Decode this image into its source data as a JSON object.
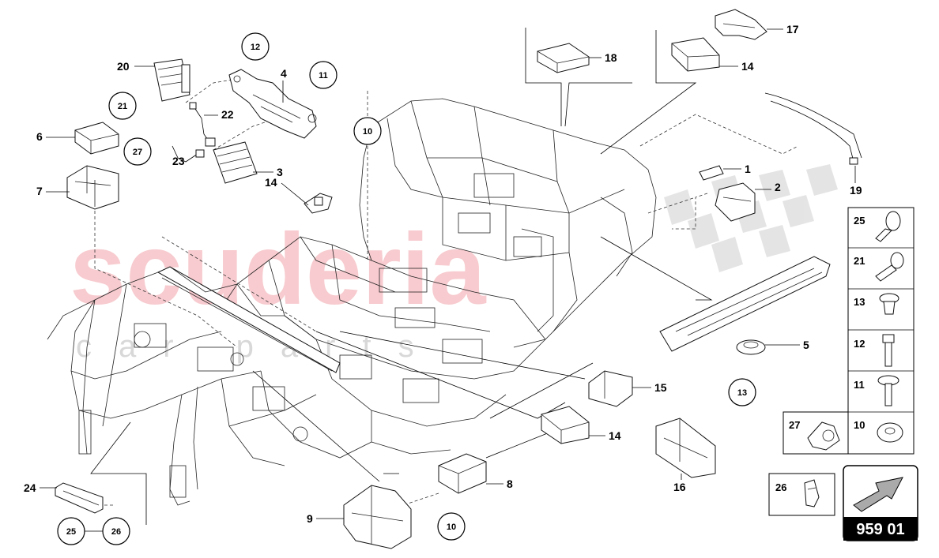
{
  "watermark": {
    "main": "scuderia",
    "sub": "car parts"
  },
  "labels": [
    {
      "id": "l1",
      "text": "1"
    },
    {
      "id": "l2",
      "text": "2"
    },
    {
      "id": "l3",
      "text": "3"
    },
    {
      "id": "l4",
      "text": "4"
    },
    {
      "id": "l5",
      "text": "5"
    },
    {
      "id": "l6",
      "text": "6"
    },
    {
      "id": "l7",
      "text": "7"
    },
    {
      "id": "l8",
      "text": "8"
    },
    {
      "id": "l9",
      "text": "9"
    },
    {
      "id": "l14a",
      "text": "14"
    },
    {
      "id": "l14b",
      "text": "14"
    },
    {
      "id": "l14c",
      "text": "14"
    },
    {
      "id": "l15",
      "text": "15"
    },
    {
      "id": "l16",
      "text": "16"
    },
    {
      "id": "l17",
      "text": "17"
    },
    {
      "id": "l18",
      "text": "18"
    },
    {
      "id": "l19",
      "text": "19"
    },
    {
      "id": "l20",
      "text": "20"
    },
    {
      "id": "l22",
      "text": "22"
    },
    {
      "id": "l23",
      "text": "23"
    },
    {
      "id": "l24",
      "text": "24"
    }
  ],
  "circled": [
    {
      "id": "c12",
      "text": "12"
    },
    {
      "id": "c11",
      "text": "11"
    },
    {
      "id": "c21",
      "text": "21"
    },
    {
      "id": "c27",
      "text": "27"
    },
    {
      "id": "c10a",
      "text": "10"
    },
    {
      "id": "c13",
      "text": "13"
    },
    {
      "id": "c10b",
      "text": "10"
    },
    {
      "id": "c25",
      "text": "25"
    },
    {
      "id": "c26",
      "text": "26"
    }
  ],
  "fastener_table": [
    {
      "num": "25"
    },
    {
      "num": "21"
    },
    {
      "num": "13"
    },
    {
      "num": "12"
    },
    {
      "num": "11"
    },
    {
      "num": "27"
    },
    {
      "num": "10"
    }
  ],
  "clip_box": {
    "num": "26"
  },
  "reference_box": {
    "code": "959 01"
  },
  "colors": {
    "watermark_red": "#f2a2a8",
    "ink": "#000000",
    "ref_box_bg": "#000000"
  }
}
